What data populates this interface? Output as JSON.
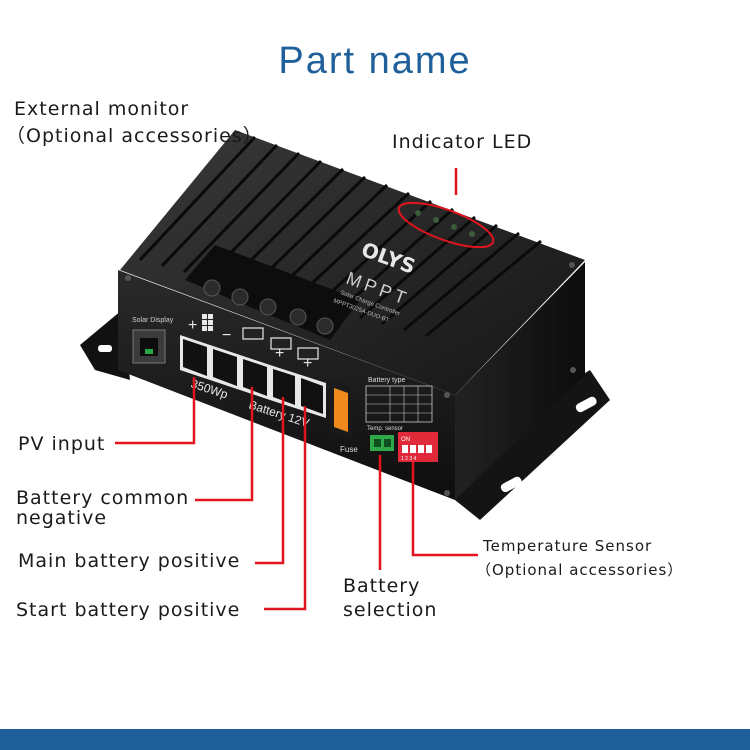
{
  "title": "Part name",
  "labels": {
    "external_monitor": "External monitor",
    "external_monitor_note": "（Optional accessories）",
    "indicator_led": "Indicator LED",
    "pv_input": "PV input",
    "battery_common_1": "Battery common",
    "battery_common_2": "negative",
    "main_battery_positive": "Main battery positive",
    "start_battery_positive": "Start battery positive",
    "battery_selection_1": "Battery",
    "battery_selection_2": "selection",
    "temperature_sensor": "Temperature Sensor",
    "temperature_sensor_note": "（Optional accessories）"
  },
  "device": {
    "brand": "OLYS",
    "model": "MPPT",
    "subtitle": "Solar Charge Controller",
    "part_number": "MPPT3025A-DUO-BT",
    "port_label": "Solar Display",
    "power_rating": "350Wp",
    "battery_voltage": "Battery 12V",
    "battery_type_title": "Battery type",
    "fuse_label": "Fuse",
    "temp_label": "Temp. sensor",
    "dip_on": "ON",
    "dip_numbers": "1 2 3 4"
  },
  "colors": {
    "title": "#1f5f9a",
    "leader_line": "#e0141e",
    "bottom_bar": "#1f5f9a",
    "device_body": "#1c1c1c"
  }
}
